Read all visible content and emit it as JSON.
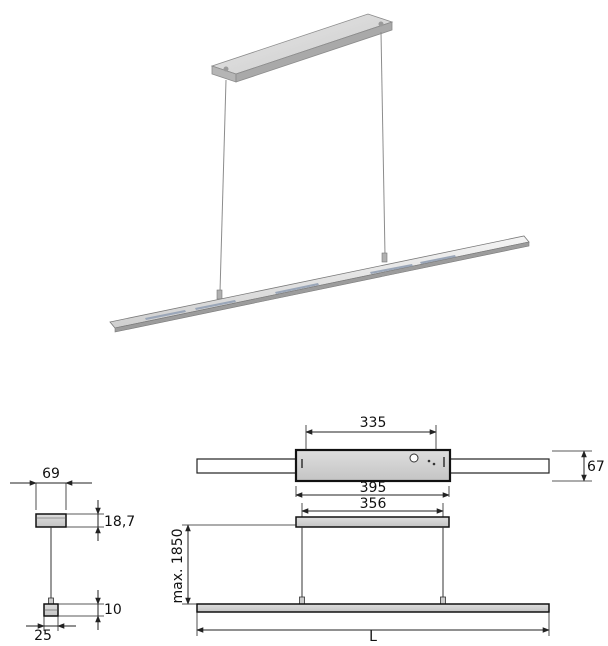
{
  "colors": {
    "outline": "#222222",
    "metal_light": "#e6e6e6",
    "metal_mid": "#c8c8c8",
    "metal_dark": "#9a9a9a",
    "panel": "#d9d9d9",
    "led": "#9aa6b8",
    "dim_line": "#222222",
    "cable": "#8c8c8c"
  },
  "dimensions": {
    "canopy_length": "335",
    "canopy_depth": "67",
    "bar_canopy_length": "395",
    "suspension_spacing": "356",
    "max_height": "max. 1850",
    "total_length": "L",
    "side_width": "69",
    "side_canopy_height": "18,7",
    "side_bar_height": "10",
    "side_bar_width": "25"
  }
}
